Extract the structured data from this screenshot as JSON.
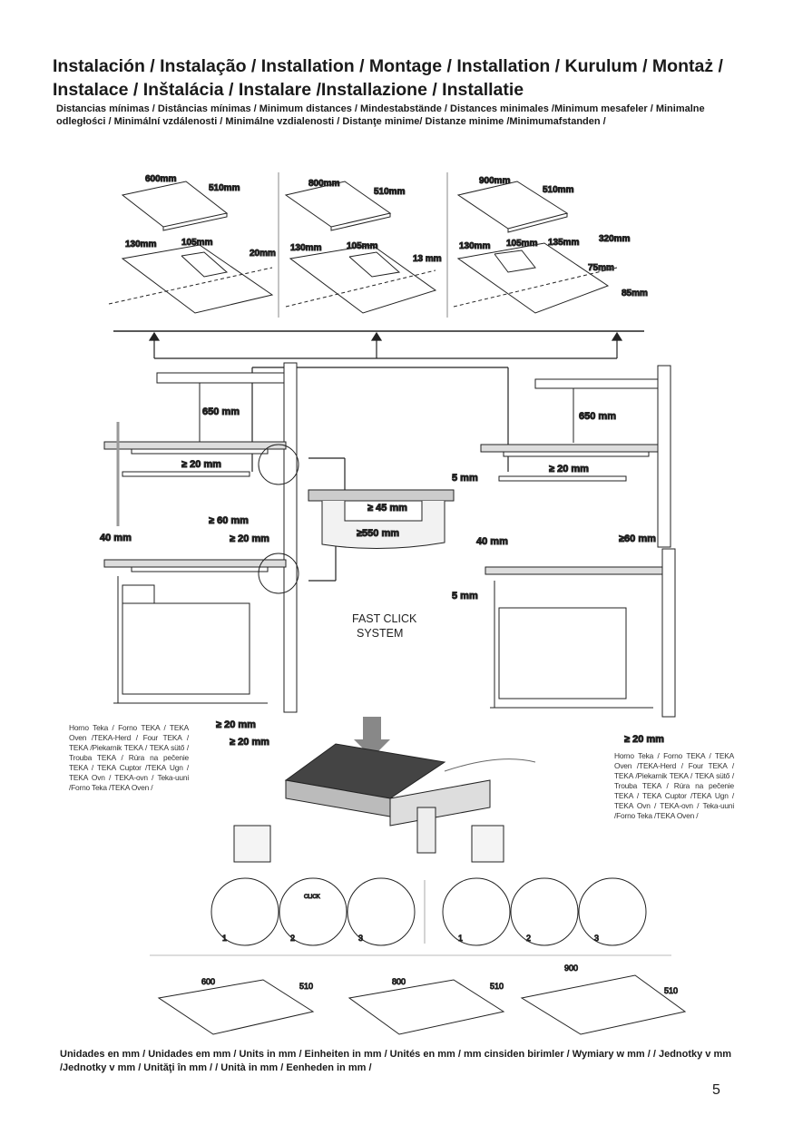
{
  "title": "Instalación / Instalação / Installation / Montage / Installation / Kurulum / Montaż / Instalace / Inštalácia / Instalare /Installazione / Installatie",
  "subtitle": "Distancias mínimas / Distâncias mínimas / Minimum distances / Mindestabstände / Distances minimales /Minimum mesafeler / Minimalne odległości / Minimální vzdálenosti / Minimálne vzdialenosti / Distanţe minime/ Distanze minime /Minimumafstanden /",
  "hob_600": {
    "w": "600mm",
    "d": "510mm",
    "a": "130mm",
    "b": "105mm",
    "c": "20mm"
  },
  "hob_800": {
    "w": "800mm",
    "d": "510mm",
    "a": "130mm",
    "b": "105mm",
    "c": "13 mm"
  },
  "hob_900": {
    "w": "900mm",
    "d": "510mm",
    "a": "130mm",
    "b": "105mm",
    "c": "135mm",
    "e": "320mm",
    "f": "75mm",
    "g": "85mm"
  },
  "install": {
    "h650_left": "650 mm",
    "h650_right": "650 mm",
    "ge20_a": "≥ 20 mm",
    "ge60_left": "≥ 60 mm",
    "ge20_b": "≥ 20 mm",
    "mm40_left": "40 mm",
    "ge45": "≥ 45 mm",
    "ge550": "≥550 mm",
    "mm5_a": "5 mm",
    "mm5_b": "5 mm",
    "ge20_right": "≥ 20 mm",
    "ge60_right": "≥60 mm",
    "mm40_right": "40 mm",
    "ge20_c": "≥ 20 mm",
    "ge20_d": "≥ 20 mm",
    "ge20_e": "≥ 20 mm",
    "fast_click_1": "FAST CLICK",
    "fast_click_2": "SYSTEM"
  },
  "oven_note": "Horno Teka / Forno TEKA / TEKA Oven /TEKA-Herd / Four TEKA / TEKA /Piekarnik TEKA / TEKA sütő / Trouba TEKA / Rúra na pečenie TEKA / TEKA Cuptor /TEKA Ugn / TEKA Ovn / TEKA-ovn / Teka-uuni /Forno Teka /TEKA Oven /",
  "steps": {
    "s1": "1",
    "s2": "2",
    "s3": "3",
    "click": "CLICK",
    "r1": "1",
    "r2": "2",
    "r3": "3"
  },
  "bottom_hobs": {
    "w600": "600",
    "d600": "510",
    "w800": "800",
    "d800": "510",
    "w900": "900",
    "d900": "510"
  },
  "footer": "Unidades en mm / Unidades em mm / Units in mm / Einheiten in mm / Unités en mm / mm cinsiden birimler / Wymiary w mm / / Jednotky v mm /Jednotky v mm / Unităţi în mm / / Unità in mm / Eenheden in mm /",
  "page_number": "5"
}
